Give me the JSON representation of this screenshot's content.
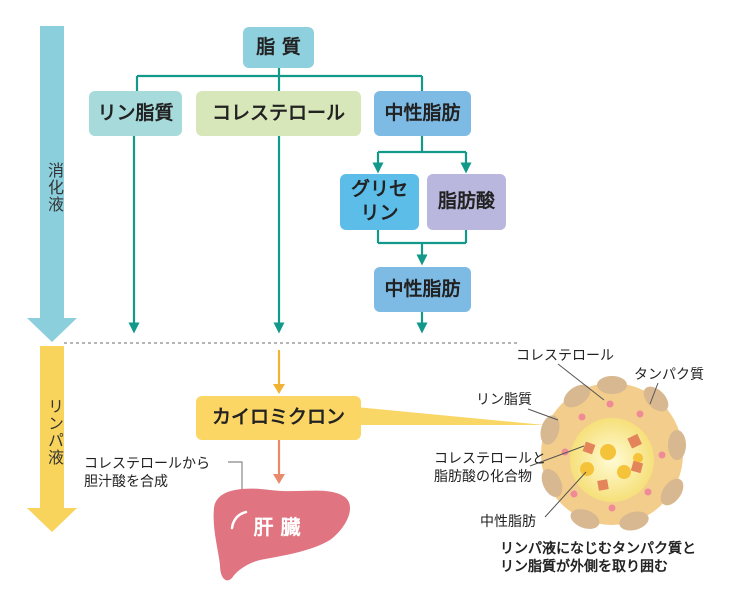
{
  "stage_labels": {
    "digestive": "消化液",
    "lymph": "リンパ液"
  },
  "boxes": {
    "lipid": "脂 質",
    "phospholipid": "リン脂質",
    "cholesterol": "コレステロール",
    "neutral_fat": "中性脂肪",
    "glycerin": "グリセ\nリン",
    "fatty_acid": "脂肪酸",
    "neutral_fat_resynth": "中性脂肪",
    "chylomicron": "カイロミクロン",
    "liver": "肝 臓"
  },
  "notes": {
    "bile": "コレステロールから\n胆汁酸を合成"
  },
  "particle_labels": {
    "cholesterol": "コレステロール",
    "protein": "タンパク質",
    "phospholipid": "リン脂質",
    "ester": "コレステロールと\n脂肪酸の化合物",
    "neutral_fat": "中性脂肪",
    "caption": "リンパ液になじむタンパク質と\nリン脂質が外側を取り囲む"
  },
  "colors": {
    "digestive_arrow": "#8ccfdc",
    "lymph_arrow": "#f8d45c",
    "flow_line": "#13998a",
    "chylo_arrow": "#f2b233",
    "liver_arrow": "#e98a6c",
    "liver": "#e07480",
    "lipid_box": "#8fd0de",
    "phospholipid_box": "#a7dadb",
    "cholesterol_box": "#d8e7b9",
    "neutral_fat_box": "#7dbbe4",
    "glycerin_box": "#5bbde8",
    "fatty_acid_box": "#b9b7de",
    "chylomicron_box": "#fbd665"
  }
}
